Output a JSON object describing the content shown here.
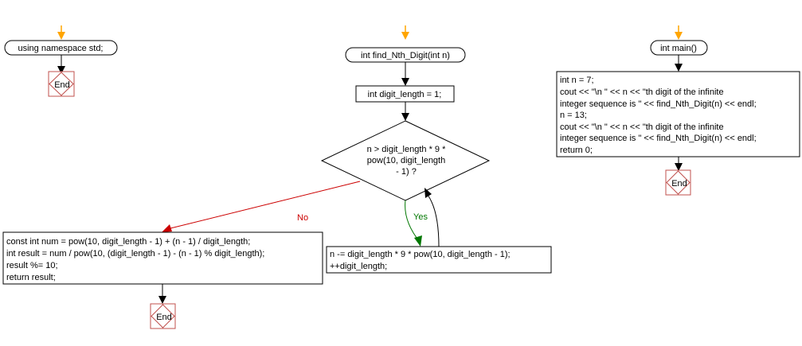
{
  "flow_left": {
    "start_label": "using namespace std;",
    "end_label": "End"
  },
  "flow_middle": {
    "start_label": "int find_Nth_Digit(int n)",
    "init_stmt": "int digit_length = 1;",
    "decision_lines": [
      "n > digit_length * 9 *",
      "pow(10, digit_length",
      "- 1) ?"
    ],
    "no_label": "No",
    "yes_label": "Yes",
    "loop_lines": [
      "n -= digit_length * 9 * pow(10, digit_length - 1);",
      "++digit_length;"
    ],
    "result_lines": [
      "const int num = pow(10, digit_length - 1) + (n - 1) / digit_length;",
      "int result = num / pow(10, (digit_length - 1) - (n - 1) % digit_length);",
      "result %= 10;",
      "return result;"
    ],
    "end_label": "End"
  },
  "flow_right": {
    "start_label": "int main()",
    "body_lines": [
      "int n = 7;",
      "cout << \"\\n \" << n << \"th digit of the infinite",
      "integer sequence is \" << find_Nth_Digit(n) << endl;",
      "n = 13;",
      "cout << \"\\n \" << n << \"th digit of the infinite",
      "integer sequence is \" << find_Nth_Digit(n) << endl;",
      "return 0;"
    ],
    "end_label": "End"
  },
  "colors": {
    "start_arrow": "#ffa500",
    "end_border": "#c0504d",
    "no_branch": "#cc0000",
    "yes_branch": "#007700"
  }
}
